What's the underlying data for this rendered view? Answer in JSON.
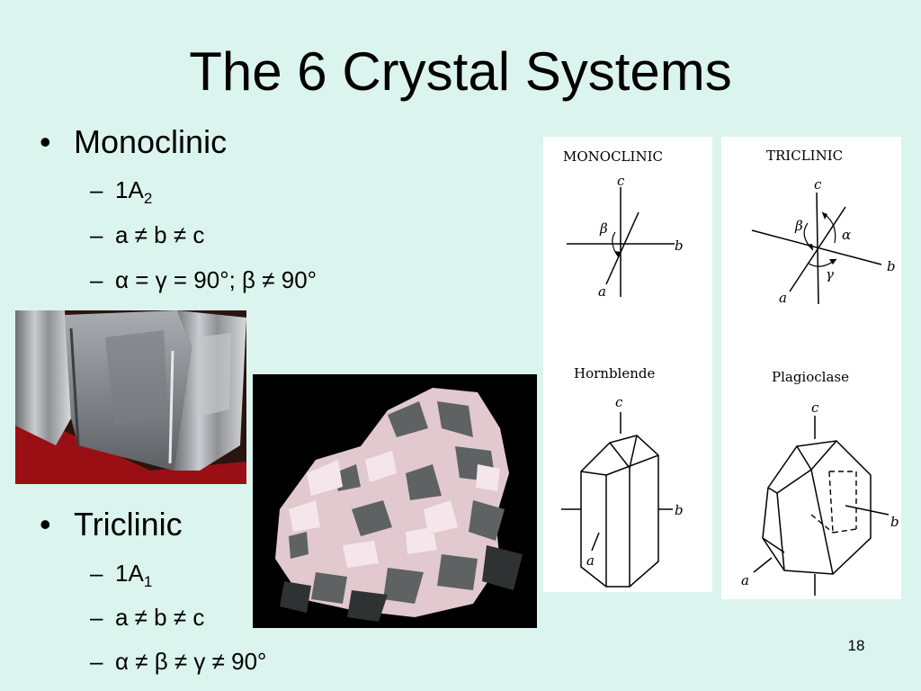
{
  "slide": {
    "title": "The 6 Crystal Systems",
    "page_number": "18"
  },
  "monoclinic": {
    "heading": "Monoclinic",
    "symmetry_main": "1A",
    "symmetry_sub": "2",
    "axes": "a ≠ b ≠ c",
    "angles": "α = γ = 90°; β ≠ 90°"
  },
  "triclinic": {
    "heading": "Triclinic",
    "symmetry_main": "1A",
    "symmetry_sub": "1",
    "axes": "a ≠ b ≠ c",
    "angles": "α ≠ β ≠ γ ≠ 90°"
  },
  "figures": {
    "mono_title": "MONOCLINIC",
    "tri_title": "TRICLINIC",
    "hornblende": "Hornblende",
    "plagioclase": "Plagioclase",
    "axis_a": "a",
    "axis_b": "b",
    "axis_c": "c",
    "angle_alpha": "α",
    "angle_beta": "β",
    "angle_gamma": "γ"
  }
}
